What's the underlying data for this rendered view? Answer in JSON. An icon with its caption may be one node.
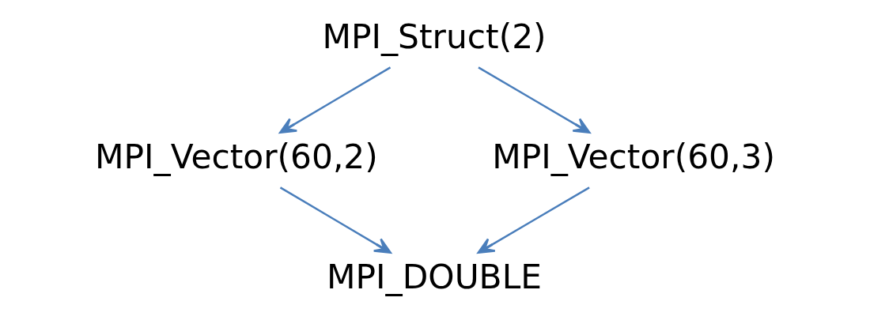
{
  "diagram": {
    "nodes": [
      {
        "text": [
          "MPI_Struct(2)"
        ]
      },
      {
        "text": [
          "MPI_Vector(60,2)"
        ]
      },
      {
        "text": [
          "MPI_Vector(60,3)"
        ]
      },
      {
        "text": [
          "MPI_DOUBLE"
        ]
      }
    ],
    "edges": [
      {
        "from": 0,
        "to": 1,
        "arrow": "to"
      },
      {
        "from": 0,
        "to": 2,
        "arrow": "to"
      },
      {
        "from": 1,
        "to": 3,
        "arrow": "to"
      },
      {
        "from": 2,
        "to": 3,
        "arrow": "to"
      }
    ]
  }
}
